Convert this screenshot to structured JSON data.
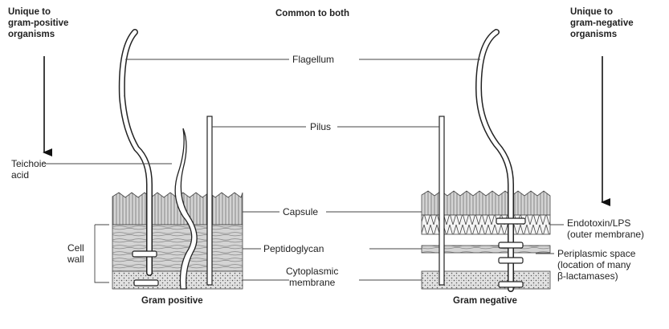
{
  "headings": {
    "unique_positive": "Unique to\ngram-positive\norganisms",
    "common": "Common to both",
    "unique_negative": "Unique to\ngram-negative\norganisms"
  },
  "labels": {
    "flagellum": "Flagellum",
    "pilus": "Pilus",
    "teichoic_acid": "Teichoic\nacid",
    "capsule": "Capsule",
    "cell_wall": "Cell\nwall",
    "peptidoglycan": "Peptidoglycan",
    "cytoplasmic_membrane": "Cytoplasmic\nmembrane",
    "endotoxin": "Endotoxin/LPS\n(outer membrane)",
    "periplasmic": "Periplasmic space\n(location of many\nβ-lactamases)"
  },
  "captions": {
    "gram_positive": "Gram positive",
    "gram_negative": "Gram negative"
  }
}
